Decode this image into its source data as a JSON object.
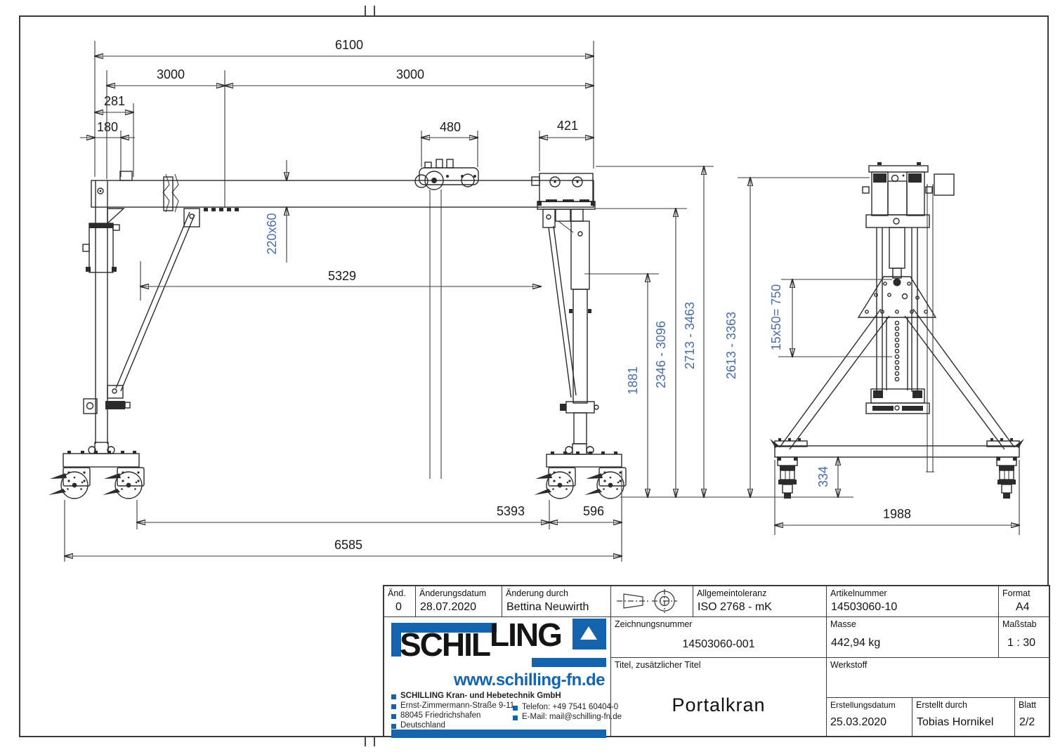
{
  "dims": {
    "span_total": "6100",
    "span_left": "3000",
    "span_right": "3000",
    "offset_281": "281",
    "offset_180": "180",
    "trolley_480": "480",
    "end_421": "421",
    "beam_section": "220x60",
    "clear_5329": "5329",
    "h_1881": "1881",
    "h_range_low": "2346 - 3096",
    "h_range_high": "2713 - 3463",
    "base_5393": "5393",
    "base_596": "596",
    "base_6585": "6585",
    "side_h_range": "2613 - 3363",
    "hole_pattern": "15x50= 750",
    "caster_334": "334",
    "track_1988": "1988"
  },
  "title_block": {
    "rev": {
      "label": "Änd.",
      "value": "0"
    },
    "rev_date": {
      "label": "Änderungsdatum",
      "value": "28.07.2020"
    },
    "rev_by": {
      "label": "Änderung durch",
      "value": "Bettina Neuwirth"
    },
    "tolerance": {
      "label": "Allgemeintoleranz",
      "value": "ISO 2768 - mK"
    },
    "article": {
      "label": "Artikelnummer",
      "value": "14503060-10"
    },
    "format": {
      "label": "Format",
      "value": "A4"
    },
    "drawing_no": {
      "label": "Zeichnungsnummer",
      "value": "14503060-001"
    },
    "mass": {
      "label": "Masse",
      "value": "442,94 kg"
    },
    "scale": {
      "label": "Maßstab",
      "value": "1 : 30"
    },
    "title": {
      "label": "Titel, zusätzlicher Titel",
      "value": "Portalkran"
    },
    "material": {
      "label": "Werkstoff",
      "value": ""
    },
    "created": {
      "label": "Erstellungsdatum",
      "value": "25.03.2020"
    },
    "created_by": {
      "label": "Erstellt durch",
      "value": "Tobias Hornikel"
    },
    "sheet": {
      "label": "Blatt",
      "value": "2/2"
    }
  },
  "company": {
    "logo_part1": "SCHIL",
    "logo_part2": "LING",
    "website": "www.schilling-fn.de",
    "name": "SCHILLING Kran- und Hebetechnik GmbH",
    "street": "Ernst-Zimmermann-Straße 9-11",
    "city": "88045 Friedrichshafen",
    "country": "Deutschland",
    "phone": "Telefon: +49 7541 60404-0",
    "email": "E-Mail: mail@schilling-fn.de"
  },
  "colors": {
    "accent_blue": "#1464ad",
    "rotated_dim_blue": "#4a6da6",
    "line": "#2b2b2b"
  }
}
